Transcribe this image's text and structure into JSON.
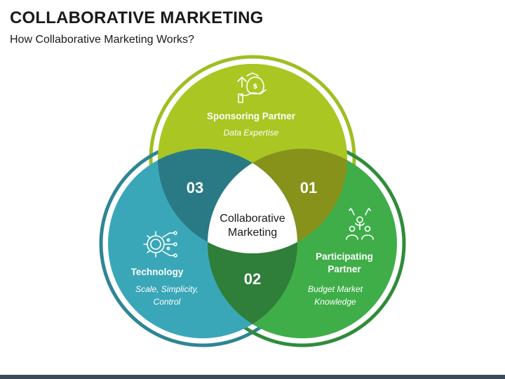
{
  "header": {
    "title": "COLLABORATIVE MARKETING",
    "subtitle": "How Collaborative Marketing Works?"
  },
  "center": {
    "line1": "Collaborative",
    "line2": "Marketing"
  },
  "sponsoring": {
    "title": "Sponsoring Partner",
    "desc": "Data Expertise",
    "icon": "money-bag-hand-icon",
    "color": "#9dbf22"
  },
  "technology": {
    "title": "Technology",
    "desc_line1": "Scale, Simplicity,",
    "desc_line2": "Control",
    "icon": "gear-circuit-icon",
    "color": "#3aa7b8"
  },
  "participating": {
    "title_line1": "Participating",
    "title_line2": "Partner",
    "desc_line1": "Budget Market",
    "desc_line2": "Knowledge",
    "icon": "team-celebrate-icon",
    "color": "#3fae49"
  },
  "overlaps": {
    "n01": "01",
    "n02": "02",
    "n03": "03",
    "color01": "#86921a",
    "color02": "#2f7e3a",
    "color03": "#2a7a86"
  }
}
